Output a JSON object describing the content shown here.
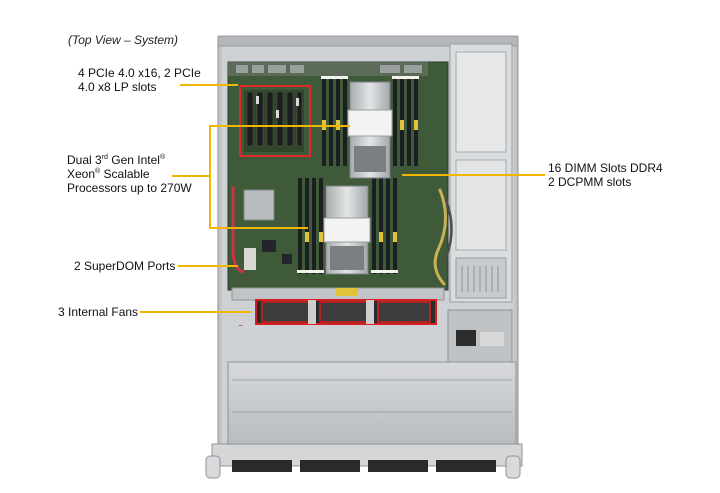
{
  "caption": "(Top View – System)",
  "callouts": {
    "pcie": {
      "line1": "4 PCIe 4.0 x16, 2 PCIe",
      "line2": "4.0 x8 LP slots"
    },
    "cpu": {
      "dual": "Dual 3",
      "rd": "rd",
      "gen": " Gen Intel",
      "reg1": "®",
      "xeon": "Xeon",
      "reg2": "®",
      "scalable": " Scalable",
      "line3": "Processors up to 270W"
    },
    "dimm": {
      "line1": "16 DIMM Slots DDR4",
      "line2": "2 DCPMM slots"
    },
    "superdom": "2 SuperDOM Ports",
    "fans": "3 Internal  Fans"
  },
  "colors": {
    "callout_line": "#f2b600",
    "highlight_red": "#e0282a",
    "fan_red": "#d42020",
    "chassis": "#c9ccce",
    "board_green": "#3d5a36"
  }
}
